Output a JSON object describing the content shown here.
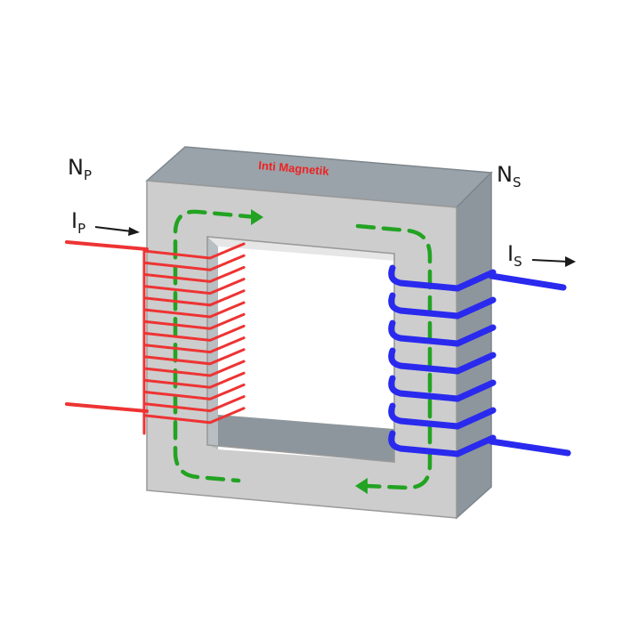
{
  "labels": {
    "core": "Inti Magnetik",
    "primary_turns": {
      "main": "N",
      "sub": "P"
    },
    "secondary_turns": {
      "main": "N",
      "sub": "S"
    },
    "primary_current": {
      "main": "I",
      "sub": "P"
    },
    "secondary_current": {
      "main": "I",
      "sub": "S"
    }
  },
  "colors": {
    "primary_winding": "#ee3333",
    "secondary_winding": "#2a2aee",
    "flux": "#22a322",
    "core_front": "#cdcdcd",
    "core_top": "#9aa3a9",
    "core_side": "#8d969c",
    "core_label": "#ee2222"
  },
  "icons": {
    "primary_current_arrow": "arrow-right",
    "secondary_current_arrow": "arrow-right",
    "flux_arrows": "arrow-head"
  }
}
